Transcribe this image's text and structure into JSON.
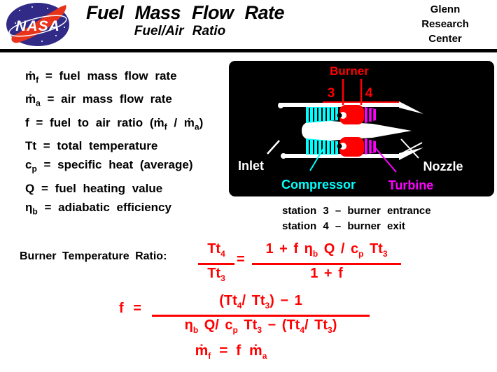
{
  "header": {
    "title": "Fuel Mass Flow Rate",
    "subtitle": "Fuel/Air Ratio",
    "org_lines": [
      "Glenn",
      "Research",
      "Center"
    ],
    "logo_text": "NASA"
  },
  "colors": {
    "equation_red": "#ff0000",
    "compressor_cyan": "#00ffff",
    "turbine_magenta": "#ff00ff",
    "diagram_background": "#000000",
    "nasa_blue": "#312b87",
    "nasa_swoosh_red": "#e8341c",
    "text_black": "#000000",
    "page_background": "#ffffff"
  },
  "definitions": [
    "ṁ_{f} = fuel mass flow rate",
    "ṁ_{a} = air mass flow rate",
    "f  = fuel to air ratio (ṁ_{f} / ṁ_{a})",
    "Tt =  total temperature",
    "c_{p} = specific heat (average)",
    "Q  =  fuel heating value",
    "η_{b} = adiabatic efficiency"
  ],
  "diagram": {
    "burner": "Burner",
    "station3": "3",
    "station4": "4",
    "inlet": "Inlet",
    "compressor": "Compressor",
    "turbine": "Turbine",
    "nozzle": "Nozzle"
  },
  "stations": [
    "station 3  –  burner entrance",
    "station 4  –  burner exit"
  ],
  "equations": {
    "ratio_label": "Burner Temperature Ratio:",
    "ratio_lhs_num": "Tt_{4}",
    "ratio_lhs_den": "Tt_{3}",
    "equals": "=",
    "ratio_rhs_num": "1 + f η_{b} Q / c_{p} Tt_{3}",
    "ratio_rhs_den": "1 + f",
    "f_lhs": "f  =",
    "f_num": "(Tt_{4}/ Tt_{3}) − 1",
    "f_den": "η_{b} Q/ c_{p} Tt_{3} − (Tt_{4}/ Tt_{3})",
    "mdot": "ṁ_{f} =  f  ṁ_{a}"
  }
}
